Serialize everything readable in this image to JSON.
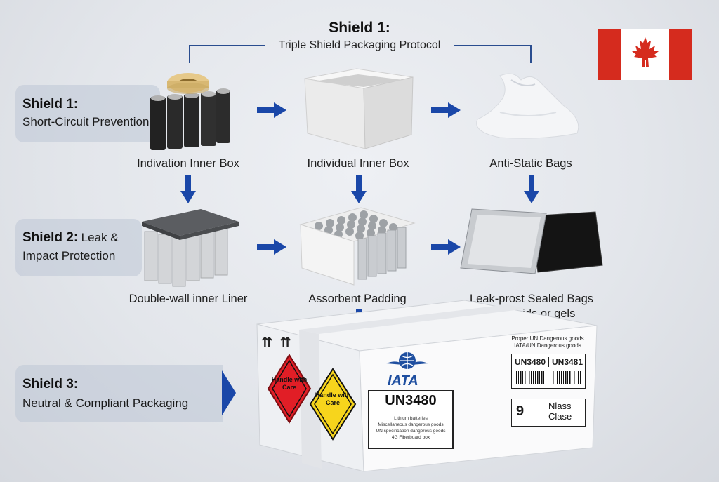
{
  "header": {
    "title": "Shield 1:",
    "subtitle": "Triple Shield Packaging Protocol"
  },
  "flag": {
    "name": "canada-flag",
    "red": "#d52b1e",
    "white": "#ffffff"
  },
  "shields": [
    {
      "title": "Shield 1:",
      "body": "Short-Circuit Prevention"
    },
    {
      "title": "Shield 2:",
      "body_inline": "Leak &",
      "body": "Impact Protection"
    },
    {
      "title": "Shield 3:",
      "body": "Neutral & Compliant Packaging"
    }
  ],
  "row1": [
    {
      "caption": "Indivation Inner Box"
    },
    {
      "caption": "Individual Inner Box"
    },
    {
      "caption": "Anti-Static Bags"
    }
  ],
  "row2": [
    {
      "caption": "Double-wall inner Liner"
    },
    {
      "caption": "Assorbent Padding"
    },
    {
      "caption_line1": "Leak-prost Sealed Bags",
      "caption_line2": "for liquids or gels"
    }
  ],
  "box": {
    "orientation_arrows": "⇈ ⇈",
    "iata_logo": "IATA",
    "un_main": "UN3480",
    "main_label_lines": [
      "Lithium batteries",
      "Miscellaneous dangerous goods",
      "UN specification dangerous goods",
      "4G Fiberboard box"
    ],
    "right_header": [
      "Proper UN Dangerous goods",
      "IATA/UN Dangerous goods"
    ],
    "un_codes": [
      "UN3480",
      "UN3481"
    ],
    "class_symbol": "9",
    "class_text_1": "Nlass",
    "class_text_2": "Clase",
    "hazard_red_text": "Handle with Care",
    "hazard_yellow_text": "Handle with Care"
  },
  "colors": {
    "accent": "#1a47a8",
    "panel": "#c3cad8"
  }
}
